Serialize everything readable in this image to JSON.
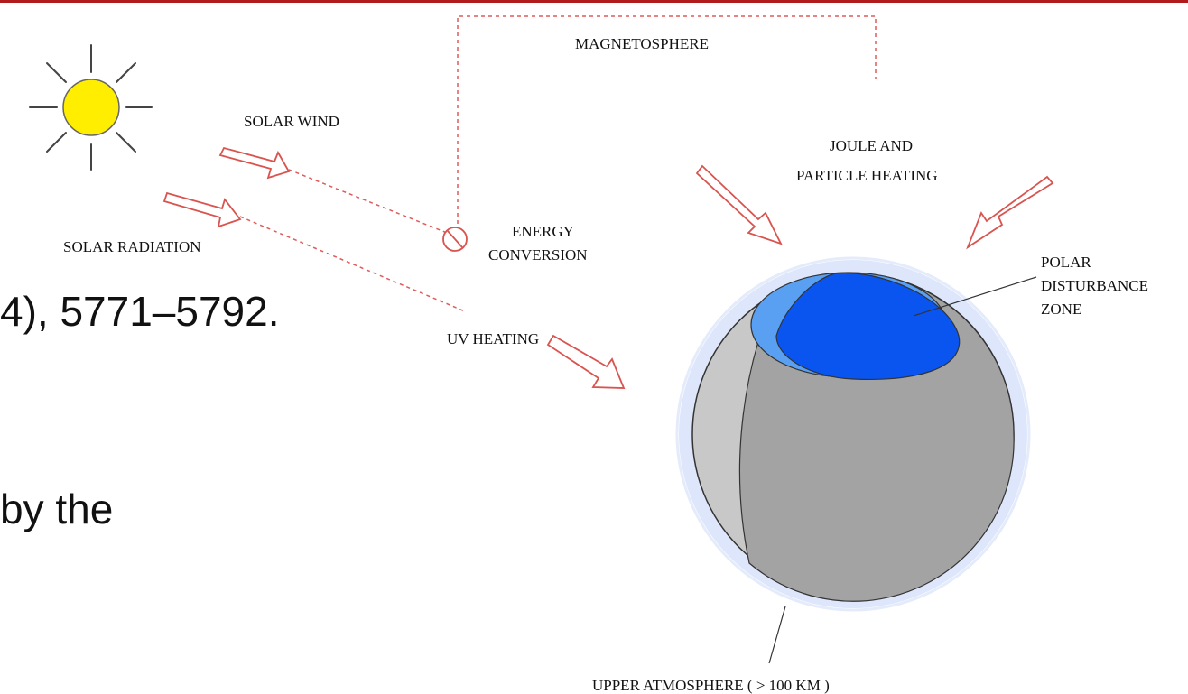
{
  "slide_text": {
    "line1": "4), 5771–5792.",
    "line2": "by the"
  },
  "diagram": {
    "labels": {
      "magnetosphere": "MAGNETOSPHERE",
      "solar_wind": "SOLAR WIND",
      "solar_radiation": "SOLAR RADIATION",
      "energy_conversion_1": "ENERGY",
      "energy_conversion_2": "CONVERSION",
      "uv_heating": "UV HEATING",
      "joule_heating_1": "JOULE AND",
      "joule_heating_2": "PARTICLE HEATING",
      "polar_zone_1": "POLAR",
      "polar_zone_2": "DISTURBANCE",
      "polar_zone_3": "ZONE",
      "upper_atmosphere": "UPPER ATMOSPHERE ( > 100 KM )"
    },
    "colors": {
      "sun_fill": "#ffee00",
      "sun_ray": "#444444",
      "arrow_stroke": "#d9534f",
      "dotted_line": "#e05a5a",
      "atmosphere_halo": "#dde6fb",
      "globe_dark": "#a3a3a3",
      "globe_light": "#c8c8c8",
      "polar_zone": "#0a55f0",
      "polar_zone_light": "#5aa0f2",
      "accent_rule": "#b01c1c"
    }
  }
}
